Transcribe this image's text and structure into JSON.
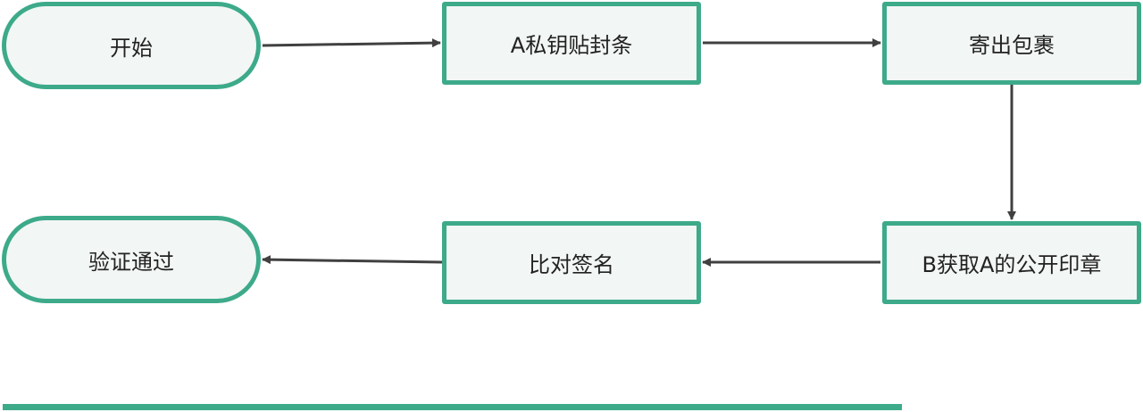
{
  "colors": {
    "node_border": "#3daa8a",
    "node_fill": "#f2f6f4",
    "connector": "#404040",
    "text": "#222222"
  },
  "nodes": {
    "start": {
      "label": "开始",
      "shape": "terminal"
    },
    "seal": {
      "label": "A私钥贴封条",
      "shape": "process"
    },
    "ship": {
      "label": "寄出包裹",
      "shape": "process"
    },
    "fetch": {
      "label": "B获取A的公开印章",
      "shape": "process"
    },
    "compare": {
      "label": "比对签名",
      "shape": "process"
    },
    "verify": {
      "label": "验证通过",
      "shape": "terminal"
    }
  },
  "edges": [
    {
      "from": "start",
      "to": "seal"
    },
    {
      "from": "seal",
      "to": "ship"
    },
    {
      "from": "ship",
      "to": "fetch"
    },
    {
      "from": "fetch",
      "to": "compare"
    },
    {
      "from": "compare",
      "to": "verify"
    }
  ]
}
